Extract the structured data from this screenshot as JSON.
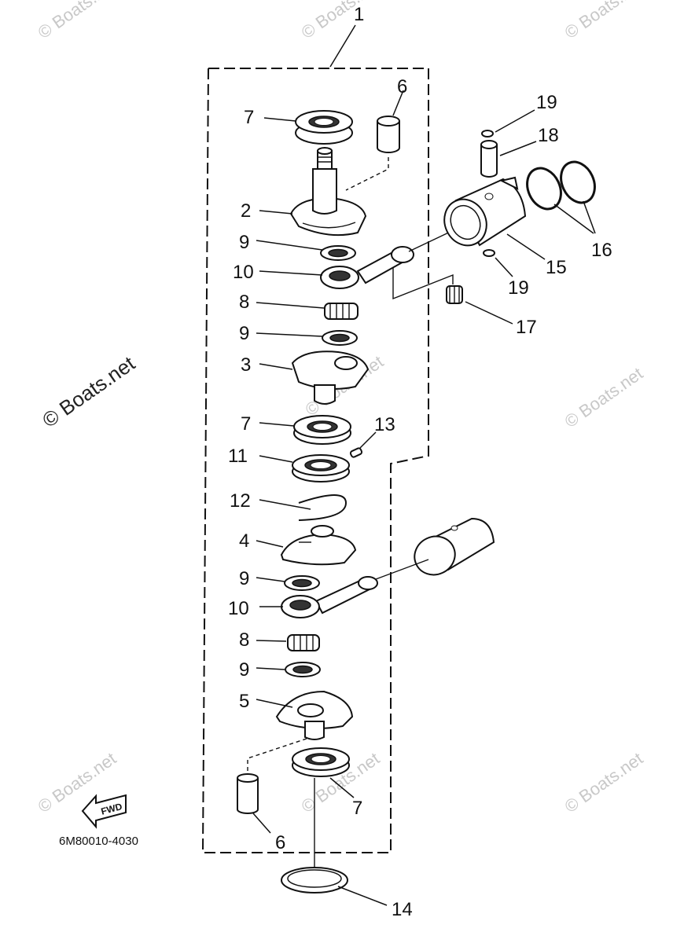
{
  "callouts": {
    "p1": "1",
    "p2": "2",
    "p3": "3",
    "p4": "4",
    "p5": "5",
    "p6a": "6",
    "p6b": "6",
    "p7a": "7",
    "p7b": "7",
    "p7c": "7",
    "p8a": "8",
    "p8b": "8",
    "p9a": "9",
    "p9b": "9",
    "p9c": "9",
    "p9d": "9",
    "p10a": "10",
    "p10b": "10",
    "p11": "11",
    "p12": "12",
    "p13": "13",
    "p14": "14",
    "p15": "15",
    "p16": "16",
    "p17": "17",
    "p18": "18",
    "p19a": "19",
    "p19b": "19"
  },
  "fwd_label": "FWD",
  "diagram_code": "6M80010-4030",
  "watermark": "© Boats.net"
}
